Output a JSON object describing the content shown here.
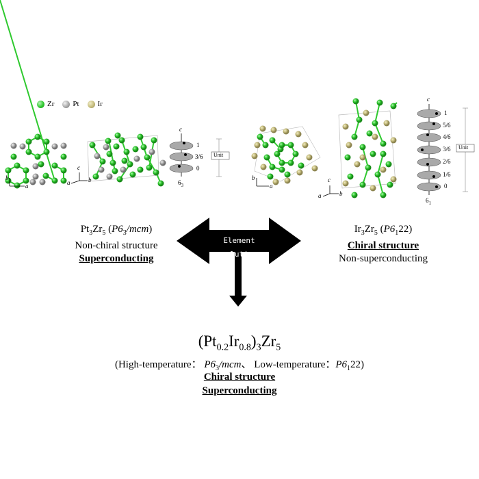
{
  "legend": {
    "zr": {
      "label": "Zr",
      "color": "#2fc92f"
    },
    "pt": {
      "label": "Pt",
      "color": "#a9a9a9"
    },
    "ir": {
      "label": "Ir",
      "color": "#c6bd7d"
    }
  },
  "left_panel": {
    "formula_base": "Pt",
    "formula_sub1": "3",
    "formula_mid": "Zr",
    "formula_sub2": "5",
    "space_group_open": " (",
    "space_group_italic": "P6",
    "space_group_sub": "3",
    "space_group_italic2": "/mcm",
    "space_group_close": ")",
    "line2": "Non-chiral structure",
    "line3": "Superconducting",
    "axis_labels": [
      "c",
      "b",
      "a",
      "a",
      "b"
    ],
    "screw_levels": [
      "1",
      "3/6",
      "0"
    ],
    "screw_symbol": "6",
    "screw_sub": "3",
    "unit_label": "Unit"
  },
  "right_panel": {
    "formula_base": "Ir",
    "formula_sub1": "3",
    "formula_mid": "Zr",
    "formula_sub2": "5",
    "space_group_open": " (",
    "space_group_italic": "P6",
    "space_group_sub": "1",
    "space_group_rest": "22)",
    "line2": "Chiral structure",
    "line3": "Non-superconducting",
    "axis_labels": [
      "c",
      "b",
      "a",
      "a",
      "b"
    ],
    "screw_levels": [
      "1",
      "5/6",
      "4/6",
      "3/6",
      "2/6",
      "1/6",
      "0"
    ],
    "screw_symbol": "6",
    "screw_sub": "1",
    "unit_label": "Unit"
  },
  "center_arrow_label": "Element solution",
  "bottom": {
    "f_open": "(Pt",
    "f_sub1": "0.2",
    "f_ir": "Ir",
    "f_sub2": "0.8",
    "f_close": ")",
    "f_sub3": "3",
    "f_zr": "Zr",
    "f_sub4": "5",
    "sub_part1": "(High-temperature： ",
    "sub_italic1": "P6",
    "sub_sub1": "3",
    "sub_italic1b": "/mcm",
    "sub_part2": "、 Low-temperature：",
    "sub_italic2": "P6",
    "sub_sub2": "1",
    "sub_part3": "22)",
    "line1": "Chiral structure",
    "line2": "Superconducting"
  }
}
